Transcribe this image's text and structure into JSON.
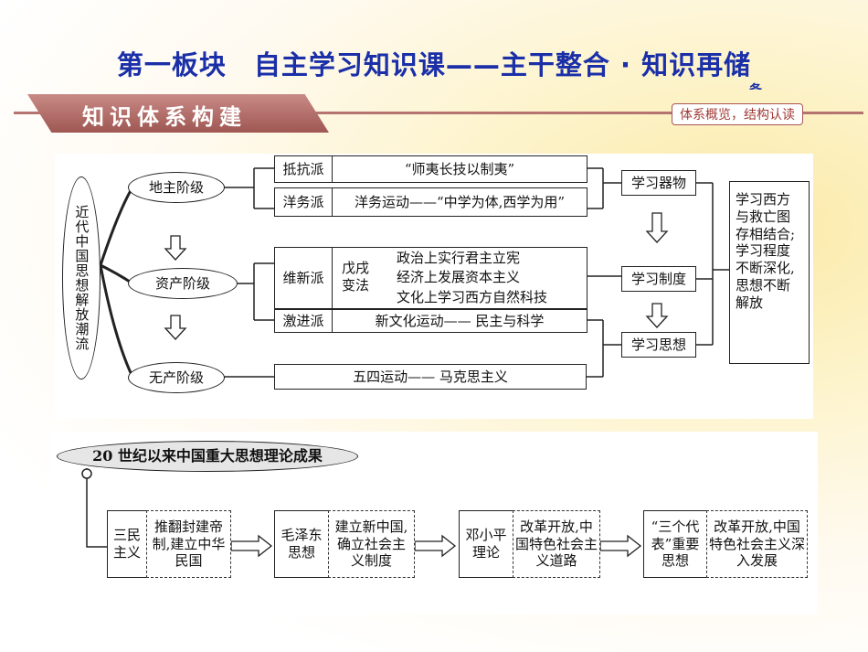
{
  "header": {
    "title": "第一板块　自主学习知识课——主干整合 · 知识再储",
    "title_tail": "备",
    "banner": "知识体系构建",
    "banner_tag": "体系概览，结构认读"
  },
  "diagram1": {
    "root": "近代中国思想解放潮流",
    "classes": [
      "地主阶级",
      "资产阶级",
      "无产阶级"
    ],
    "schools": {
      "dikang": "抵抗派",
      "dikang_content": "“师夷长技以制夷”",
      "yangwu": "洋务派",
      "yangwu_content": "洋务运动——“中学为体,西学为用”",
      "weixin": "维新派",
      "wuxu": "戊戌变法",
      "wuxu_items": [
        "政治上实行君主立宪",
        "经济上发展资本主义",
        "文化上学习西方自然科技"
      ],
      "jijin": "激进派",
      "jijin_content": "新文化运动—— 民主与科学",
      "wusi_content": "五四运动—— 马克思主义"
    },
    "stages": [
      "学习器物",
      "学习制度",
      "学习思想"
    ],
    "summary": "学习西方与救亡图存相结合;学习程度不断深化,思想不断解放"
  },
  "diagram2": {
    "title": "20 世纪以来中国重大思想理论成果",
    "theories": [
      {
        "name": "三民主义",
        "content": "推翻封建帝制,建立中华民国"
      },
      {
        "name": "毛泽东思想",
        "content": "建立新中国,确立社会主义制度"
      },
      {
        "name": "邓小平理论",
        "content": "改革开放,中国特色社会主义道路"
      },
      {
        "name": "“三个代表”重要思想",
        "content": "改革开放,中国特色社会主义深入发展"
      }
    ]
  },
  "colors": {
    "title": "#1a2fa8",
    "banner": "#a85a55",
    "line": "#222222"
  }
}
